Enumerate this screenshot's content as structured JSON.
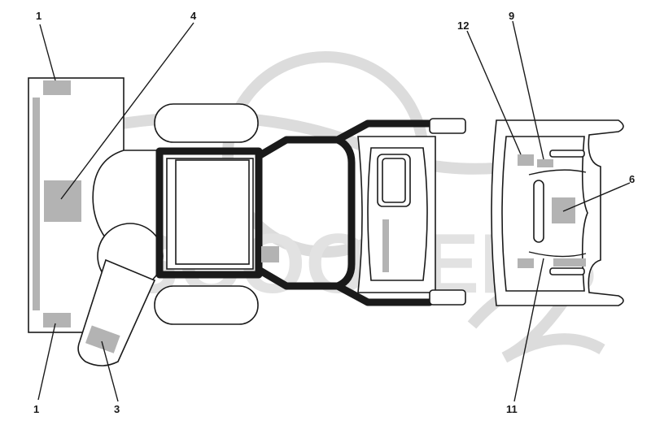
{
  "callouts": [
    {
      "id": "c1-top",
      "text": "1"
    },
    {
      "id": "c4",
      "text": "4"
    },
    {
      "id": "c12",
      "text": "12"
    },
    {
      "id": "c9",
      "text": "9"
    },
    {
      "id": "c6",
      "text": "6"
    },
    {
      "id": "c1-bottom",
      "text": "1"
    },
    {
      "id": "c3",
      "text": "3"
    },
    {
      "id": "c11",
      "text": "11"
    }
  ],
  "watermark": {
    "text": "SCOOTERS"
  },
  "colors": {
    "label_patch": "#b3b3b3",
    "line": "#1a1a1a",
    "watermark": "#e2e2e2"
  }
}
